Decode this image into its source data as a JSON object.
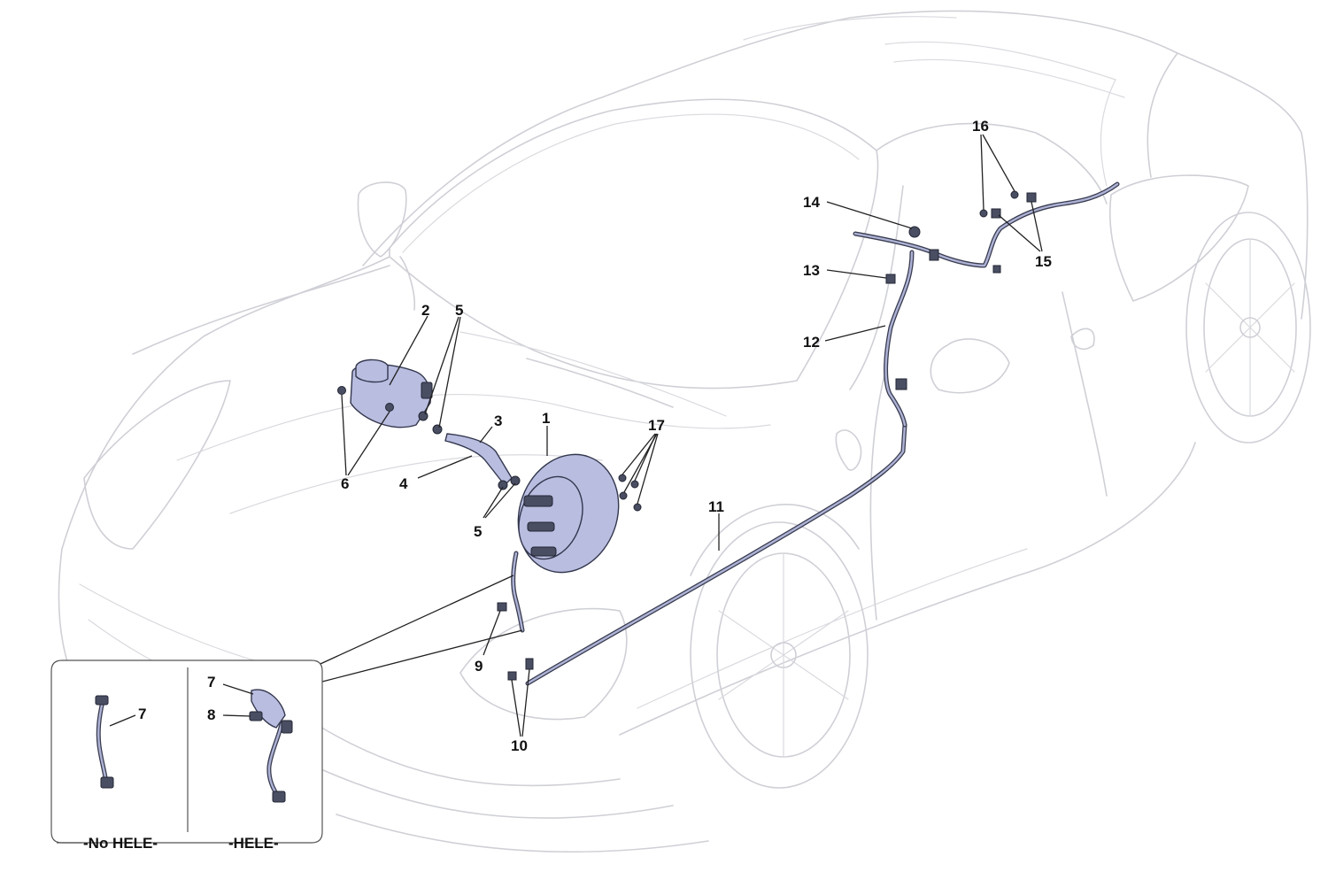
{
  "callouts": {
    "c1": "1",
    "c2": "2",
    "c3": "3",
    "c4": "4",
    "c5a": "5",
    "c5b": "5",
    "c6": "6",
    "c7a": "7",
    "c7b": "7",
    "c8": "8",
    "c9": "9",
    "c10": "10",
    "c11": "11",
    "c12": "12",
    "c13": "13",
    "c14": "14",
    "c15": "15",
    "c16": "16",
    "c17": "17"
  },
  "inset": {
    "left_caption": "-No HELE-",
    "right_caption": "-HELE-"
  },
  "colors": {
    "part_fill": "#b9bde0",
    "part_stroke": "#33374d",
    "car_outline": "#cfd0d6"
  }
}
